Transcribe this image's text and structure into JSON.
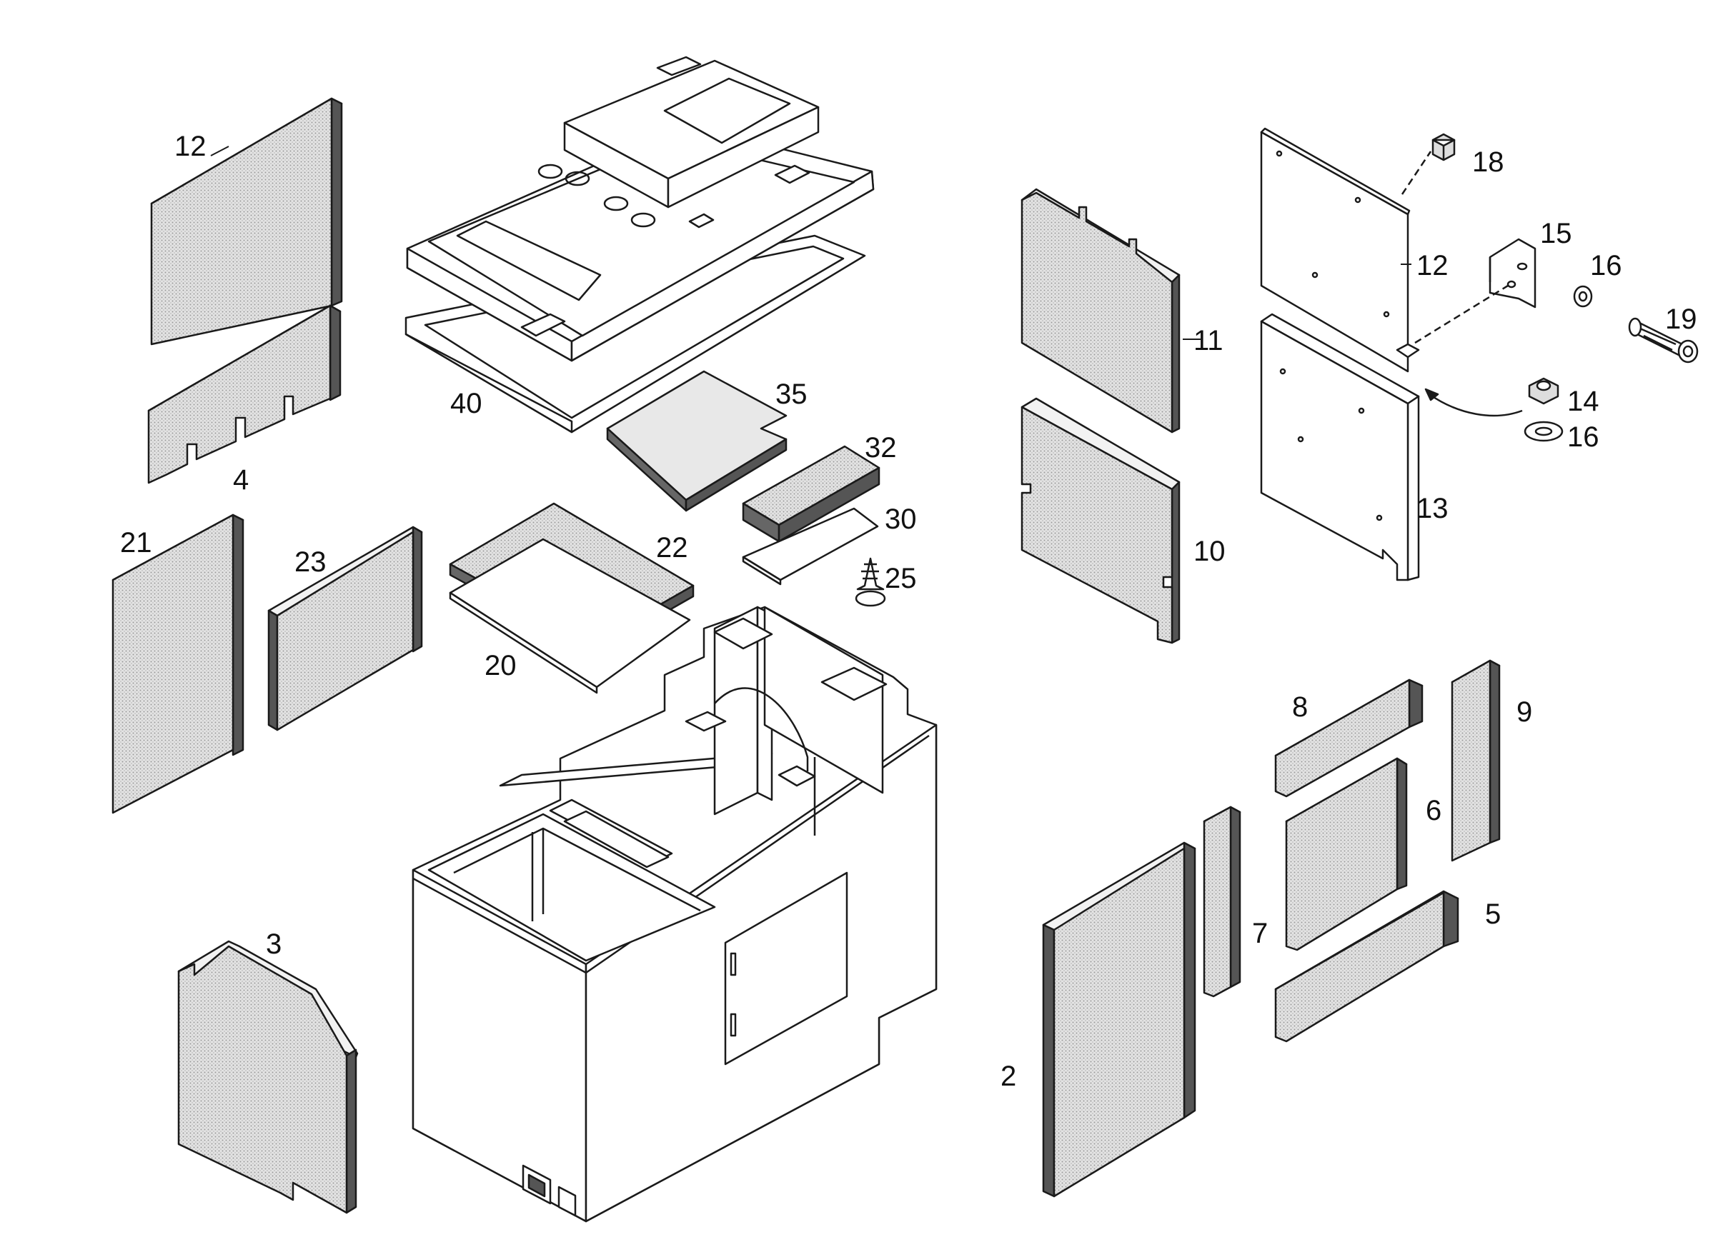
{
  "diagram": {
    "type": "exploded-parts-diagram",
    "colors": {
      "line": "#1a1a1a",
      "insulation_fill": "#d9d9d9",
      "body_fill": "#ffffff"
    },
    "callouts": {
      "c12a": "12",
      "c4": "4",
      "c21": "21",
      "c23": "23",
      "c40": "40",
      "c35": "35",
      "c32": "32",
      "c30": "30",
      "c25": "25",
      "c22": "22",
      "c20": "20",
      "c3": "3",
      "c11": "11",
      "c10": "10",
      "c18": "18",
      "c12b": "12",
      "c15": "15",
      "c16a": "16",
      "c19": "19",
      "c14": "14",
      "c16b": "16",
      "c13": "13",
      "c8": "8",
      "c9": "9",
      "c6": "6",
      "c7": "7",
      "c5": "5",
      "c2": "2"
    }
  }
}
